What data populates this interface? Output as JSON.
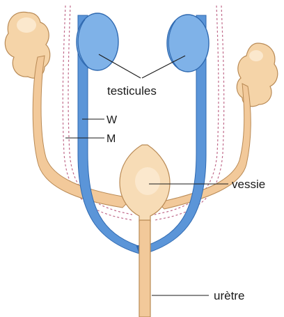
{
  "labels": {
    "testes": "testicules",
    "wolffian": "W",
    "mullerian": "M",
    "bladder": "vessie",
    "urethra": "urètre"
  },
  "colors": {
    "wolffian_duct": "#5b95d8",
    "wolffian_dark": "#2f69b0",
    "testis_fill": "#7fb2e8",
    "kidney_fill": "#f5d4a8",
    "kidney_light": "#fbe8cd",
    "ureter_fill": "#f2c99a",
    "bladder_fill": "#f7dcb6",
    "outline": "#b98a55",
    "mullerian_dashed": "#c06a8a",
    "leader": "#1a1a1a"
  }
}
